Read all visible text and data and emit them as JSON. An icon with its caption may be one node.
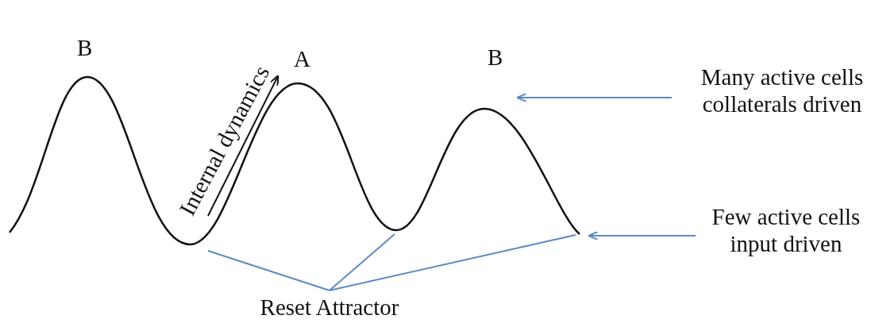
{
  "diagram": {
    "nodes": [
      {
        "text": [
          "Many active cells collaterals driven"
        ]
      },
      {
        "text": [
          "Few active cells input driven"
        ]
      },
      {
        "text": [
          "Reset Attractor"
        ]
      }
    ],
    "edges": [
      {
        "from": 0,
        "to": null,
        "arrow": "to"
      },
      {
        "from": 1,
        "to": null,
        "arrow": "to"
      },
      {
        "from": 2,
        "to": null,
        "arrow": "none"
      },
      {
        "from": 2,
        "to": null,
        "arrow": "none"
      },
      {
        "from": 2,
        "to": null,
        "arrow": "none"
      }
    ],
    "labels": [
      "B",
      "Internal dynamics",
      "A",
      "B"
    ]
  }
}
